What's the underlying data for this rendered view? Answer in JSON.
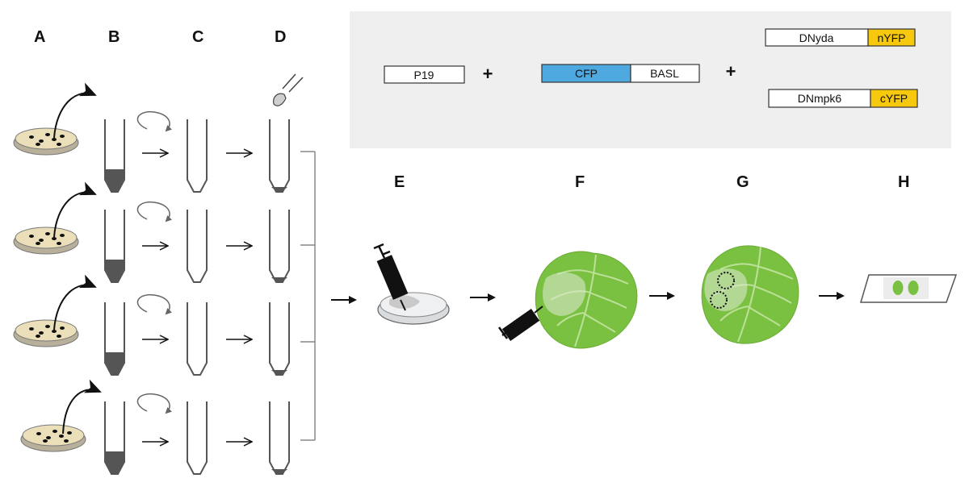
{
  "steps": {
    "a": "A",
    "b": "B",
    "c": "C",
    "d": "D",
    "e": "E",
    "f": "F",
    "g": "G",
    "h": "H"
  },
  "constructs": {
    "p19": "P19",
    "cfp": "CFP",
    "basl": "BASL",
    "dnyda": "DNyda",
    "nyfp": "nYFP",
    "dnmpk6": "DNmpk6",
    "cyfp": "cYFP",
    "plus": "+"
  },
  "colors": {
    "panel_bg": "#efefef",
    "cfp": "#4ea9e1",
    "yfp": "#f6c90e",
    "leaf": "#7ac142",
    "plate": "#eadfb8",
    "pellet": "#555555"
  }
}
